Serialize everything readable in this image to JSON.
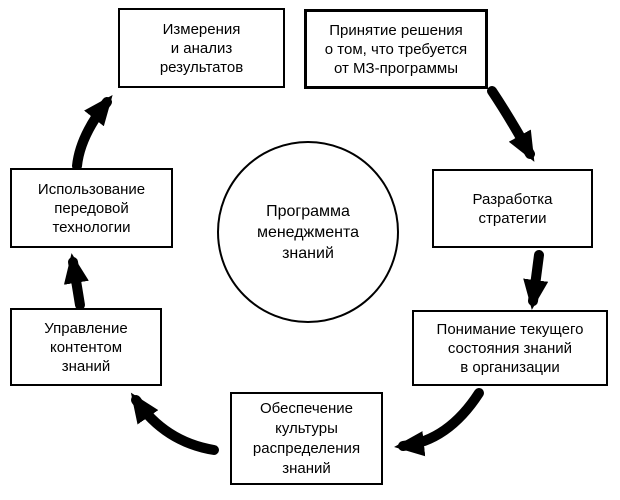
{
  "diagram": {
    "title": "Knowledge management program cycle",
    "ink_color": "#000000",
    "background_color": "#ffffff",
    "center": {
      "label": "Программа\nменеджмента\nзнаний"
    },
    "nodes": {
      "measurement": {
        "label": "Измерения\nи анализ\nрезультатов"
      },
      "decision": {
        "label": "Принятие решения\nо том, что требуется\nот МЗ-программы"
      },
      "strategy": {
        "label": "Разработка\nстратегии"
      },
      "understanding": {
        "label": "Понимание текущего\nсостояния знаний\nв организации"
      },
      "culture": {
        "label": "Обеспечение\nкультуры\nраспределения\nзнаний"
      },
      "content": {
        "label": "Управление\nконтентом\nзнаний"
      },
      "technology": {
        "label": "Использование\nпередовой\nтехнологии"
      }
    },
    "edges": [
      {
        "from": "decision",
        "to": "strategy"
      },
      {
        "from": "strategy",
        "to": "understanding"
      },
      {
        "from": "understanding",
        "to": "culture"
      },
      {
        "from": "culture",
        "to": "content"
      },
      {
        "from": "content",
        "to": "technology"
      },
      {
        "from": "technology",
        "to": "measurement"
      }
    ]
  }
}
